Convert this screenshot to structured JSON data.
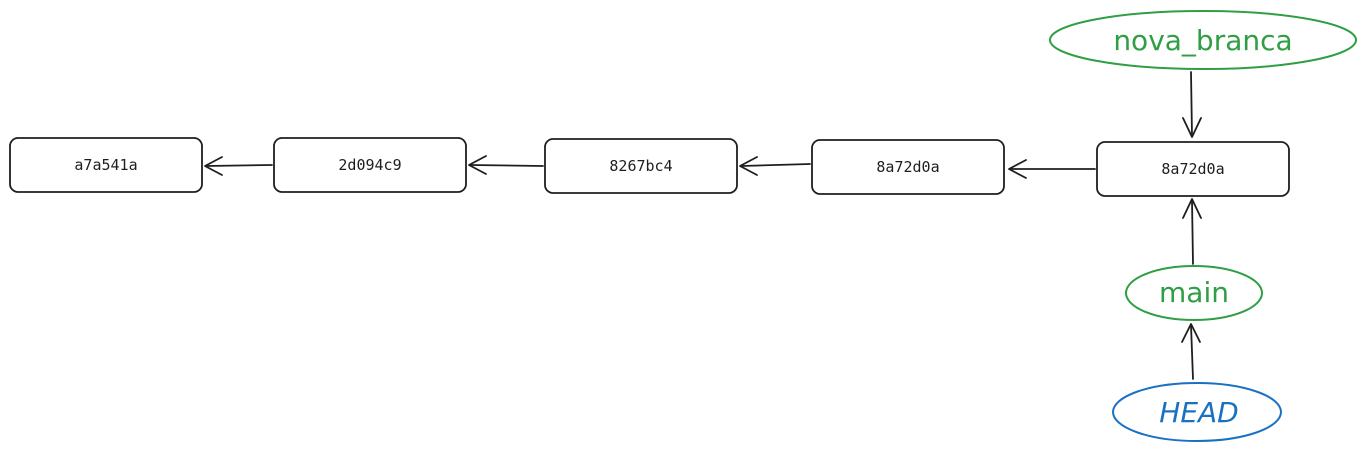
{
  "colors": {
    "commit_stroke": "#1e1e1e",
    "branch": "#2f9e44",
    "head": "#1971c2"
  },
  "commits": [
    {
      "label": "a7a541a"
    },
    {
      "label": "2d094c9"
    },
    {
      "label": "8267bc4"
    },
    {
      "label": "8a72d0a"
    },
    {
      "label": "8a72d0a"
    }
  ],
  "branches": {
    "nova_branca": "nova_branca",
    "main": "main"
  },
  "head": {
    "label": "HEAD"
  }
}
